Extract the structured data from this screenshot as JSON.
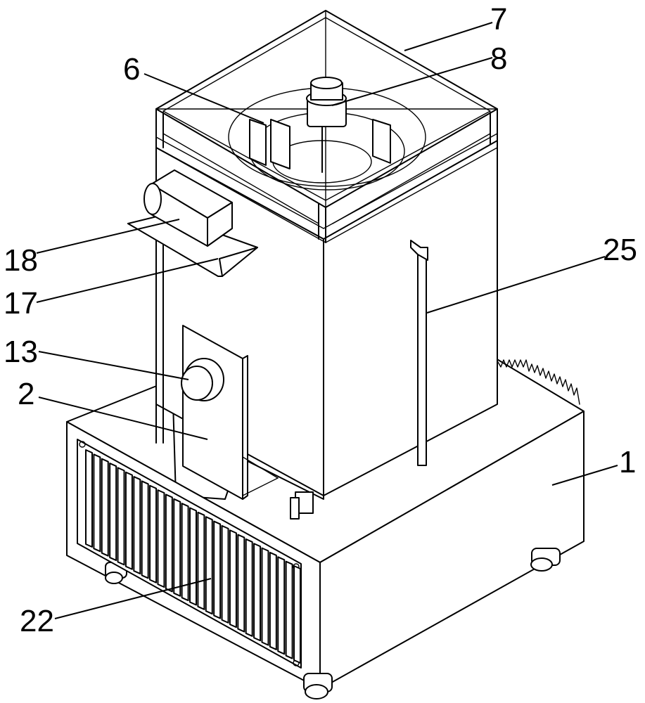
{
  "figure": {
    "labels": [
      {
        "id": "1",
        "text": "1"
      },
      {
        "id": "2",
        "text": "2"
      },
      {
        "id": "6",
        "text": "6"
      },
      {
        "id": "7",
        "text": "7"
      },
      {
        "id": "8",
        "text": "8"
      },
      {
        "id": "13",
        "text": "13"
      },
      {
        "id": "17",
        "text": "17"
      },
      {
        "id": "18",
        "text": "18"
      },
      {
        "id": "22",
        "text": "22"
      },
      {
        "id": "25",
        "text": "25"
      }
    ]
  }
}
